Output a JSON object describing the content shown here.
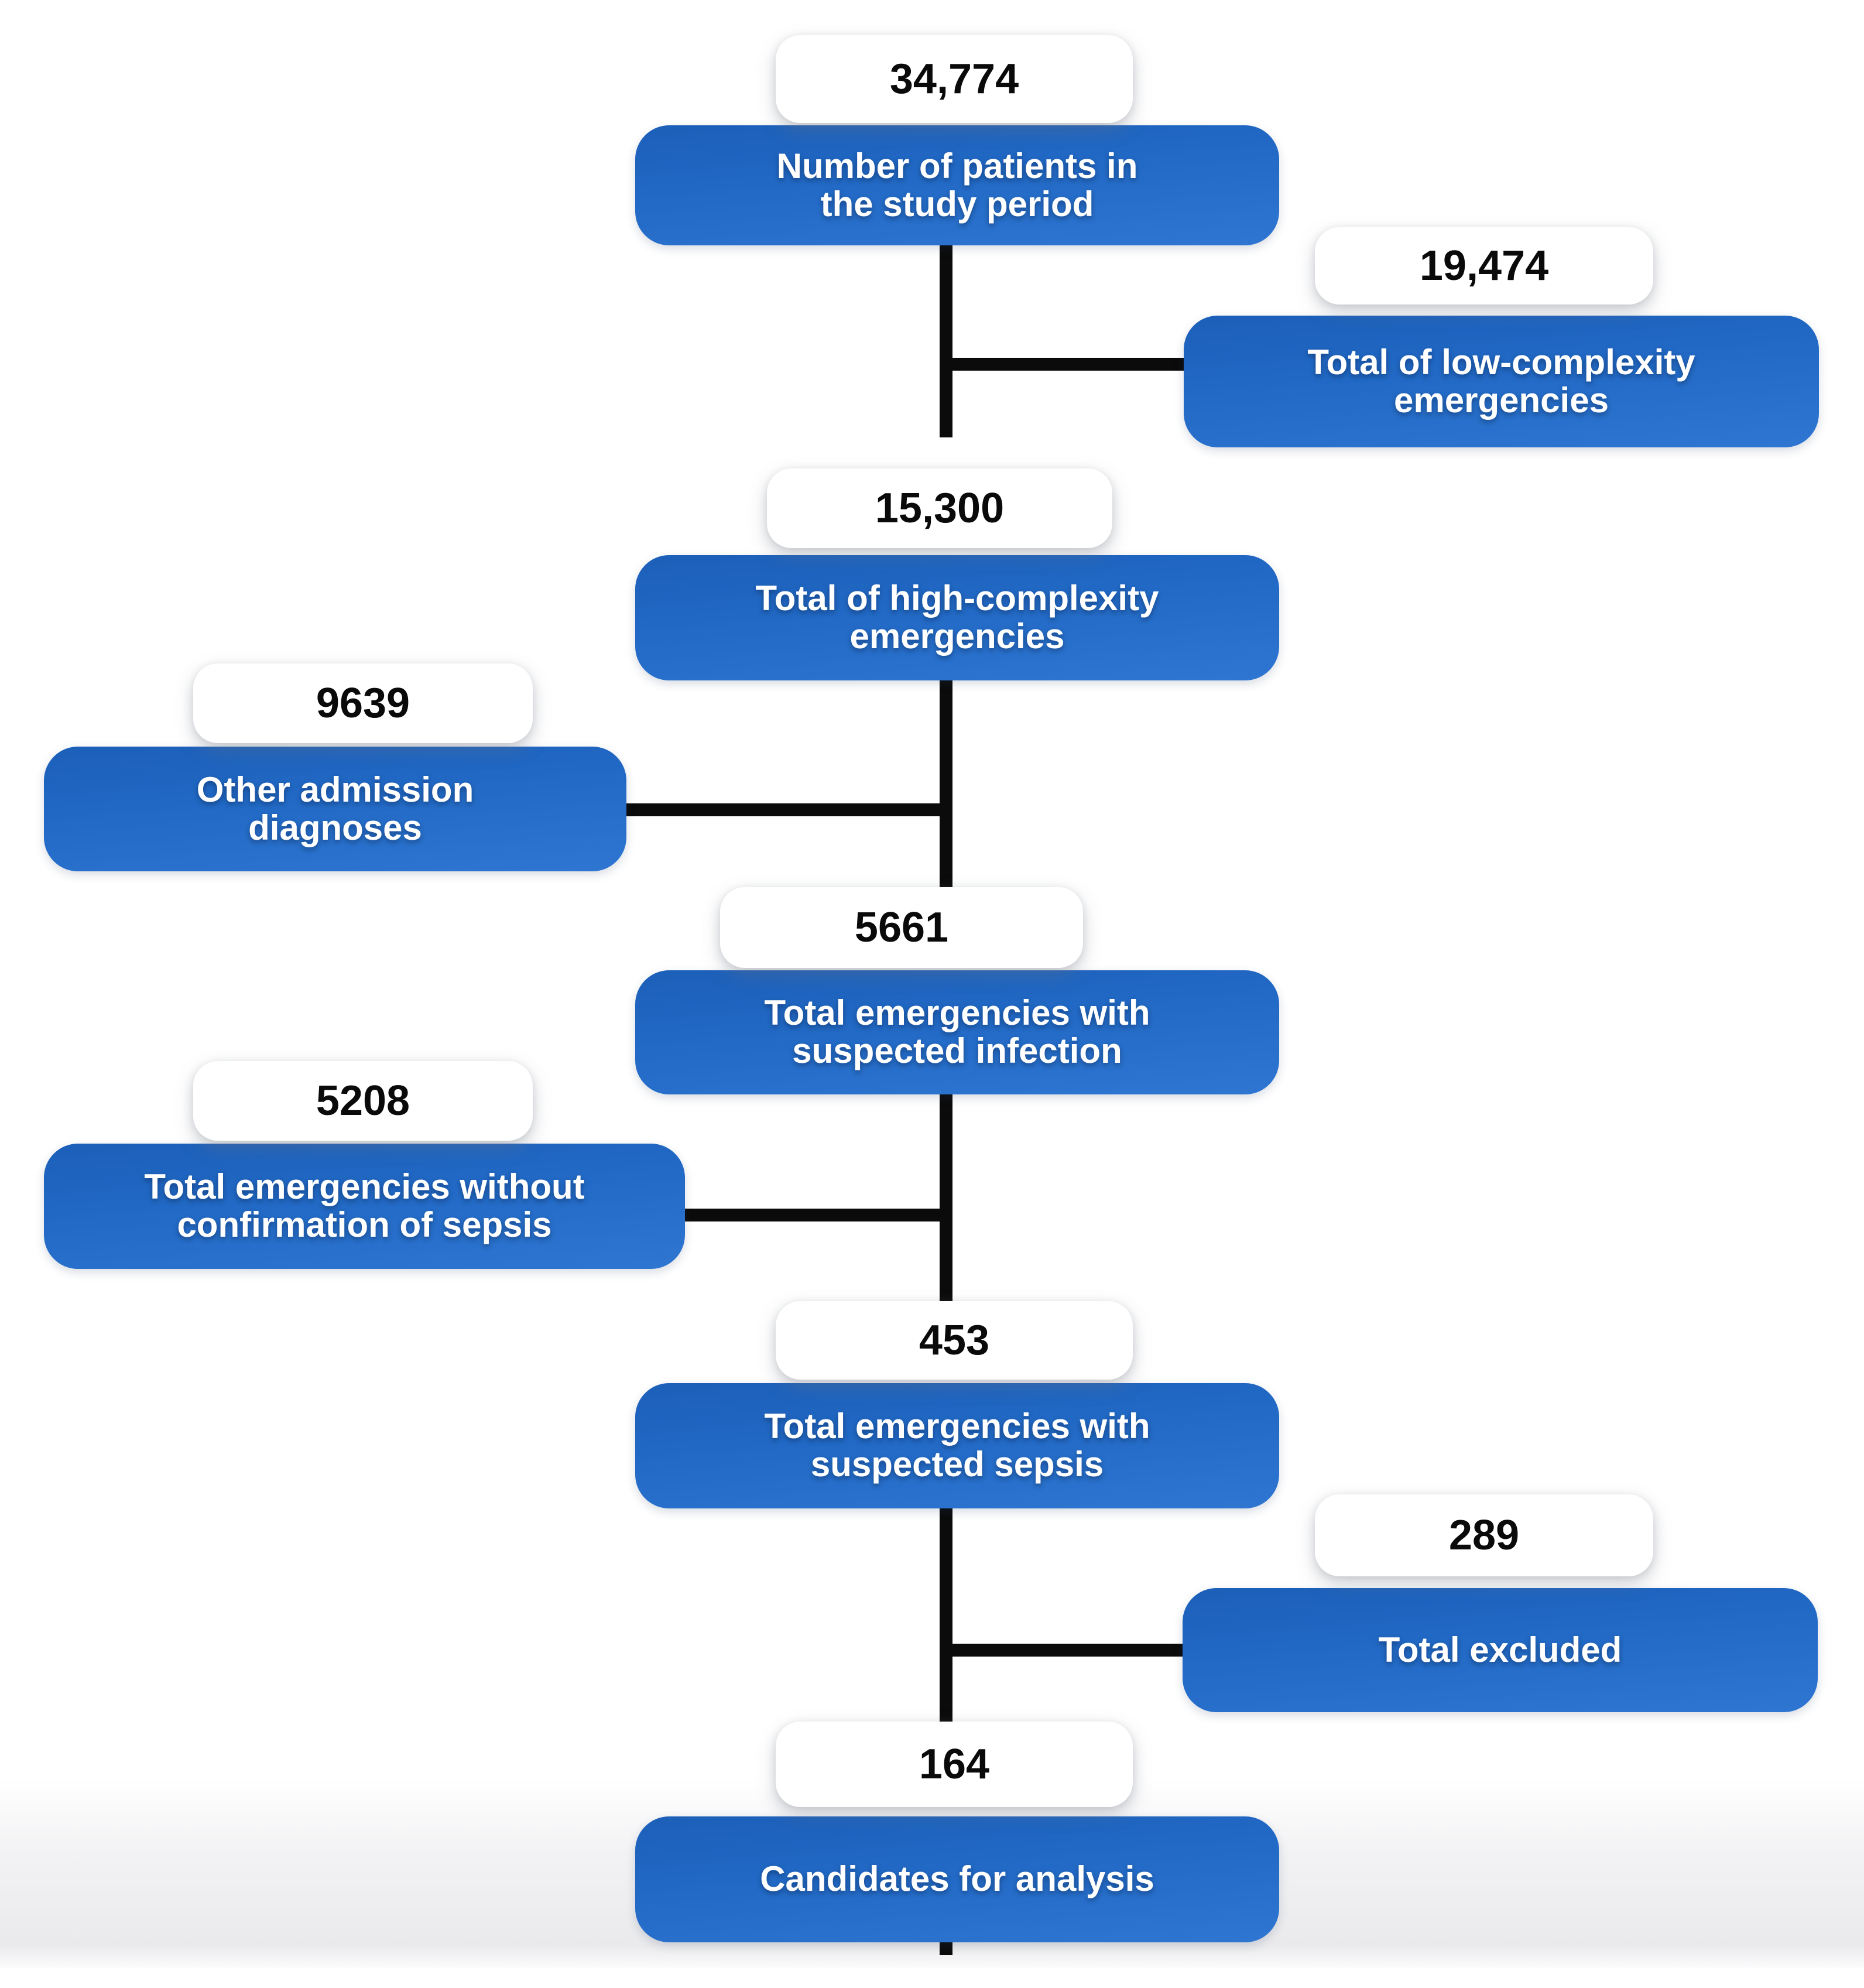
{
  "colors": {
    "blue_top": "#1c5fb9",
    "blue_mid": "#2169c5",
    "blue_bottom": "#2e76d1",
    "connector": "#0b0b0b",
    "count_text": "#0a0a0a",
    "box_text": "#ffffff",
    "label_bg": "#ffffff"
  },
  "nodes": {
    "study_period": {
      "count": "34,774",
      "label": "Number of patients in\nthe study period"
    },
    "low_complexity": {
      "count": "19,474",
      "label": "Total of low-complexity\nemergencies"
    },
    "high_complexity": {
      "count": "15,300",
      "label": "Total of high-complexity\nemergencies"
    },
    "other_admission": {
      "count": "9639",
      "label": "Other admission\ndiagnoses"
    },
    "suspected_infection": {
      "count": "5661",
      "label": "Total emergencies with\nsuspected infection"
    },
    "without_sepsis_confirmation": {
      "count": "5208",
      "label": "Total emergencies without\nconfirmation of sepsis"
    },
    "suspected_sepsis": {
      "count": "453",
      "label": "Total emergencies with\nsuspected sepsis"
    },
    "excluded": {
      "count": "289",
      "label": "Total excluded"
    },
    "candidates": {
      "count": "164",
      "label": "Candidates for analysis"
    }
  }
}
